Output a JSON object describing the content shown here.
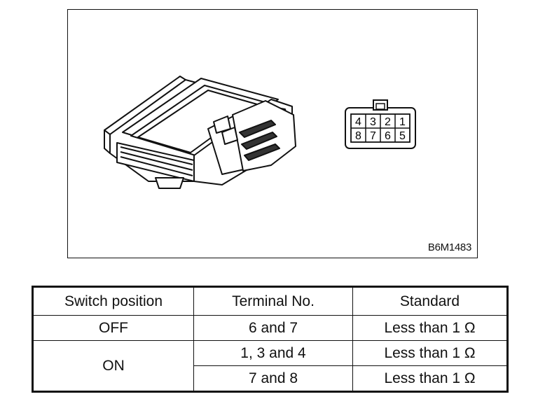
{
  "figure": {
    "code": "B6M1483",
    "connector_pins_top": [
      "4",
      "3",
      "2",
      "1"
    ],
    "connector_pins_bottom": [
      "8",
      "7",
      "6",
      "5"
    ]
  },
  "table": {
    "headers": [
      "Switch position",
      "Terminal No.",
      "Standard"
    ],
    "rows": [
      {
        "position": "OFF",
        "terminal": "6 and 7",
        "standard": "Less than 1 Ω"
      },
      {
        "position": "ON",
        "terminal": "1, 3 and 4",
        "standard": "Less than 1 Ω"
      },
      {
        "position": "",
        "terminal": "7 and 8",
        "standard": "Less than 1 Ω"
      }
    ]
  }
}
